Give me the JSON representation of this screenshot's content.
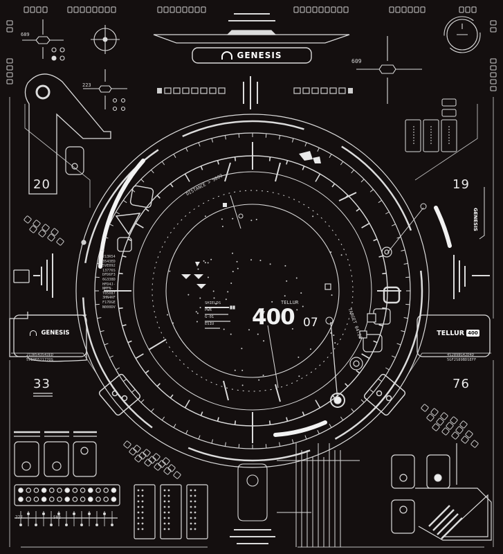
{
  "brand": {
    "name": "GENESIS",
    "product": "TELLUR",
    "product_badge": "400",
    "side_wordmark": "GENESIS"
  },
  "hud": {
    "distance_label": "DISTANCE > 9000",
    "target_label": "TARGET 04:20",
    "tellur_label": "TELLUR",
    "counter_main": "400",
    "counter_sub": "07",
    "status_rows": [
      "SHIELDS",
      "PWR",
      "G-01",
      "ESIU"
    ],
    "code_column": "213R54\n3543ED\n5VE092\n13776S\nDFD6F3\n6G338D\nHFD4J-\nNMFN-\nT05087\n3HN4KF\nF17DGE\nN000DV"
  },
  "corner_numbers": {
    "top_left": "20",
    "top_right": "19",
    "bottom_left": "33",
    "bottom_right": "76"
  },
  "readouts": {
    "top_left_small": "689",
    "mid_left_small": "223",
    "top_right_small": "609",
    "bottom_left_a": "777",
    "bottom_left_b": "582"
  },
  "panel_codes": {
    "left": "213R543543ED\n5VE0D52177OS",
    "right": "4S2898G42D4D\n5GF2S89BDSEFF"
  },
  "colors": {
    "background": "#140f0f",
    "line": "#e0e0e0",
    "highlight": "#ffffff"
  },
  "icons": [
    "genesis-logo-icon",
    "crosshair-icon",
    "hexagon-icon",
    "triangle-icon"
  ]
}
